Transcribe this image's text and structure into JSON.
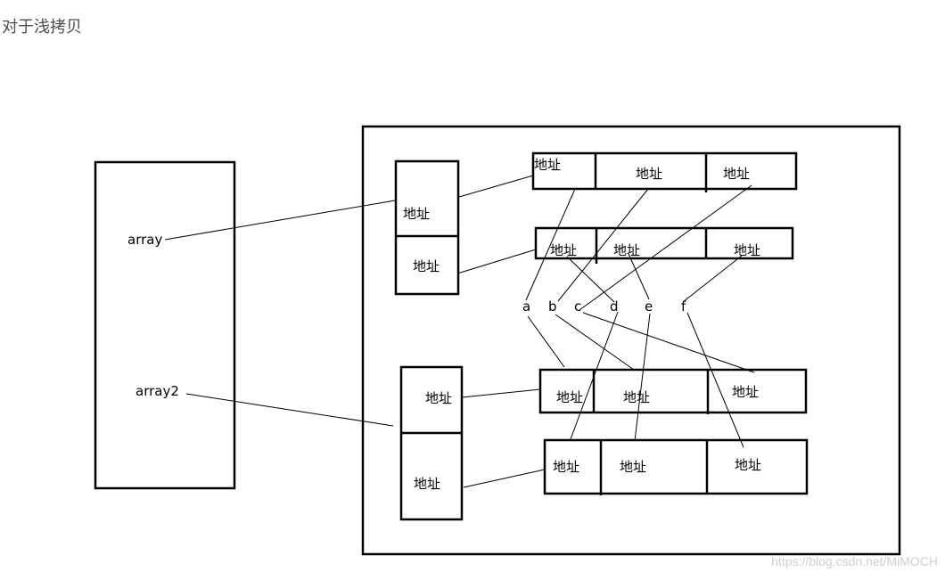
{
  "title": "对于浅拷贝",
  "watermark": "https://blog.csdn.net/MiMOCH",
  "cell_label": "地址",
  "stack": {
    "var1": "array",
    "var2": "array2"
  },
  "values": [
    "a",
    "b",
    "c",
    "d",
    "e",
    "f"
  ],
  "colors": {
    "stroke": "#000000",
    "title": "#4d4d4d",
    "watermark": "#cfcfcf"
  }
}
